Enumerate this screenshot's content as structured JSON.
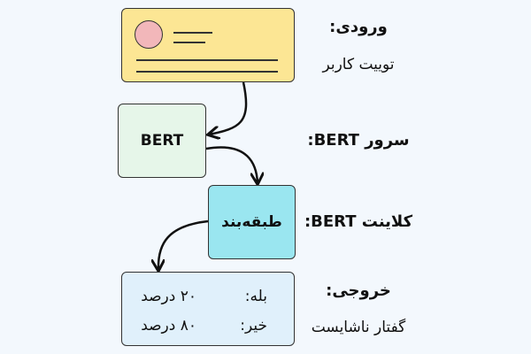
{
  "input": {
    "title": "ورودی:",
    "subtitle": "توییت کاربر"
  },
  "server": {
    "box_label": "BERT",
    "label": "سرور BERT:"
  },
  "client": {
    "box_label": "طبقه‌بند",
    "label": "کلاینت BERT:"
  },
  "output": {
    "title": "خروجی:",
    "subtitle": "گفتار ناشایست",
    "rows": [
      {
        "key": "بله:",
        "value": "۲۰ درصد"
      },
      {
        "key": "خیر:",
        "value": "۸۰ درصد"
      }
    ]
  }
}
